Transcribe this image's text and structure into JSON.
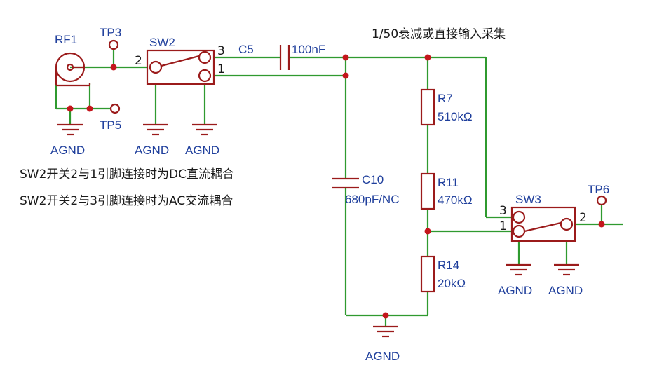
{
  "labels": {
    "rf1": "RF1",
    "tp3": "TP3",
    "tp5": "TP5",
    "tp6": "TP6",
    "sw2": "SW2",
    "sw3": "SW3",
    "c5": "C5",
    "c5_value": "100nF",
    "c10": "C10",
    "c10_value": "680pF/NC",
    "r7": "R7",
    "r7_value": "510kΩ",
    "r11": "R11",
    "r11_value": "470kΩ",
    "r14": "R14",
    "r14_value": "20kΩ",
    "gnd": "AGND",
    "pin1": "1",
    "pin2": "2",
    "pin3": "3",
    "title": "1/50衰减或直接输入采集",
    "note_dc": "SW2开关2与1引脚连接时为DC直流耦合",
    "note_ac": "SW2开关2与3引脚连接时为AC交流耦合"
  },
  "colors": {
    "wire": "#2f9a2f",
    "component": "#9b1b1b",
    "junction": "#c4161c",
    "label": "#1f3f9c",
    "text": "#1a1a1a"
  }
}
